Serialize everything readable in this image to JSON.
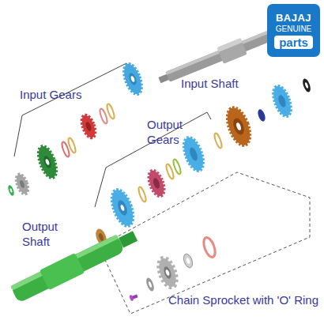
{
  "diagram": {
    "nodes": [
      {
        "text": [
          "BAJAJ",
          "GENUINE",
          "parts"
        ]
      }
    ],
    "labels": [
      "Input Shaft",
      "Input Gears",
      "Output Gears",
      "Output Shaft",
      "Chain Sprocket with 'O' Ring"
    ]
  }
}
